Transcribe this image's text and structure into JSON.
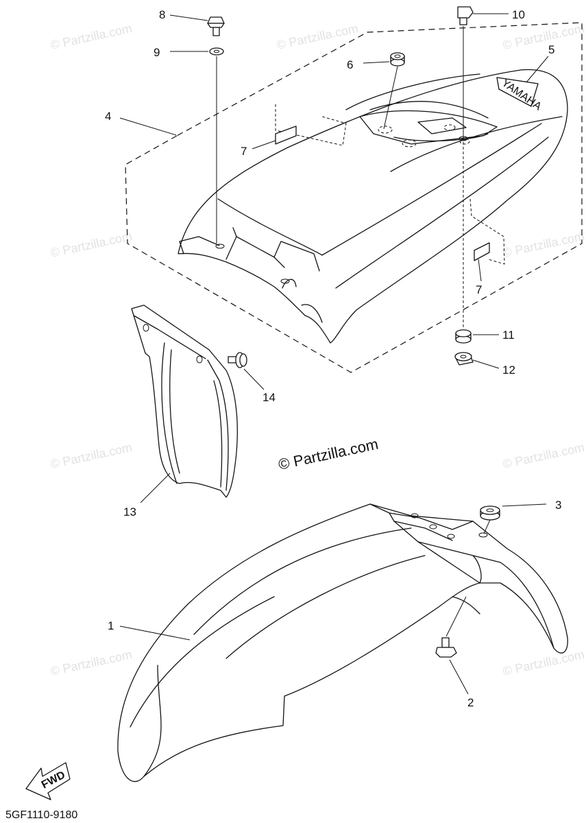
{
  "watermark_text": "© Partzilla.com",
  "copyright_center": "© Partzilla.com",
  "figure_code": "5GF1110-9180",
  "fwd_label": "FWD",
  "brand_mark": "YAMAHA",
  "callouts": {
    "c1": "1",
    "c2": "2",
    "c3": "3",
    "c4": "4",
    "c5": "5",
    "c6": "6",
    "c7a": "7",
    "c7b": "7",
    "c8": "8",
    "c9": "9",
    "c10": "10",
    "c11": "11",
    "c12": "12",
    "c13": "13",
    "c14": "14"
  }
}
